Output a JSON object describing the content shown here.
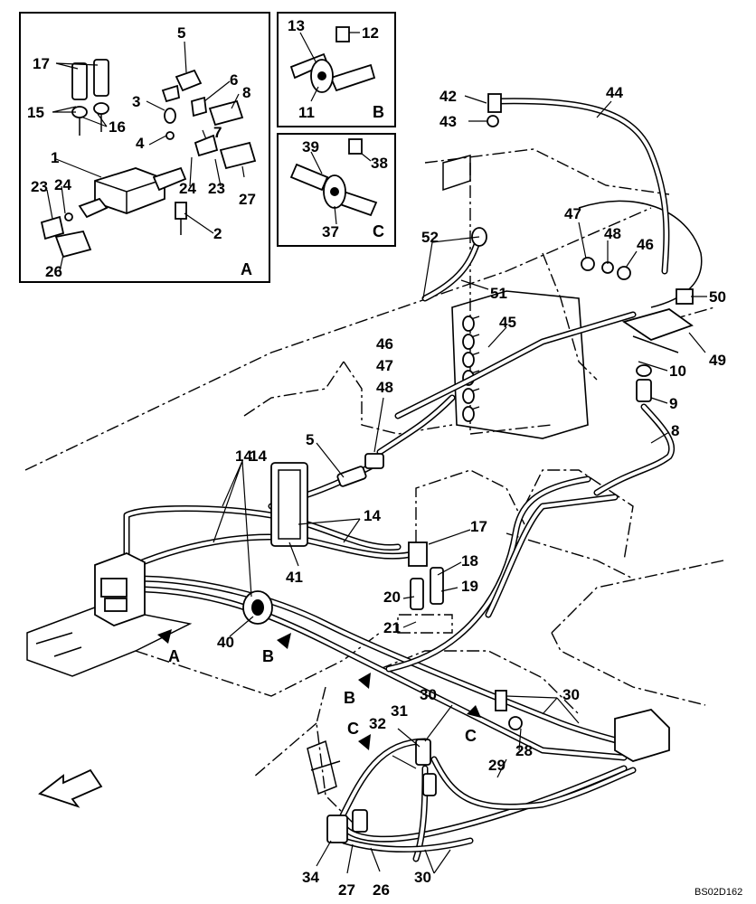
{
  "diagram": {
    "drawing_code": "BS02D162",
    "inset_a": {
      "letter": "A",
      "labels": [
        "17",
        "15",
        "16",
        "5",
        "3",
        "4",
        "6",
        "7",
        "8",
        "1",
        "23",
        "24",
        "24",
        "23",
        "27",
        "2",
        "26"
      ]
    },
    "inset_b": {
      "letter": "B",
      "labels": [
        "13",
        "12",
        "11"
      ]
    },
    "inset_c": {
      "letter": "C",
      "labels": [
        "39",
        "38",
        "37"
      ]
    },
    "main_labels": [
      "42",
      "43",
      "44",
      "47",
      "48",
      "46",
      "52",
      "51",
      "50",
      "49",
      "45",
      "10",
      "9",
      "8",
      "46",
      "47",
      "48",
      "5",
      "14",
      "14",
      "14",
      "41",
      "17",
      "18",
      "19",
      "20",
      "21",
      "40",
      "30",
      "31",
      "32",
      "30",
      "28",
      "29",
      "34",
      "27",
      "26",
      "30"
    ],
    "view_markers": [
      "A",
      "B",
      "B",
      "C",
      "C"
    ]
  }
}
